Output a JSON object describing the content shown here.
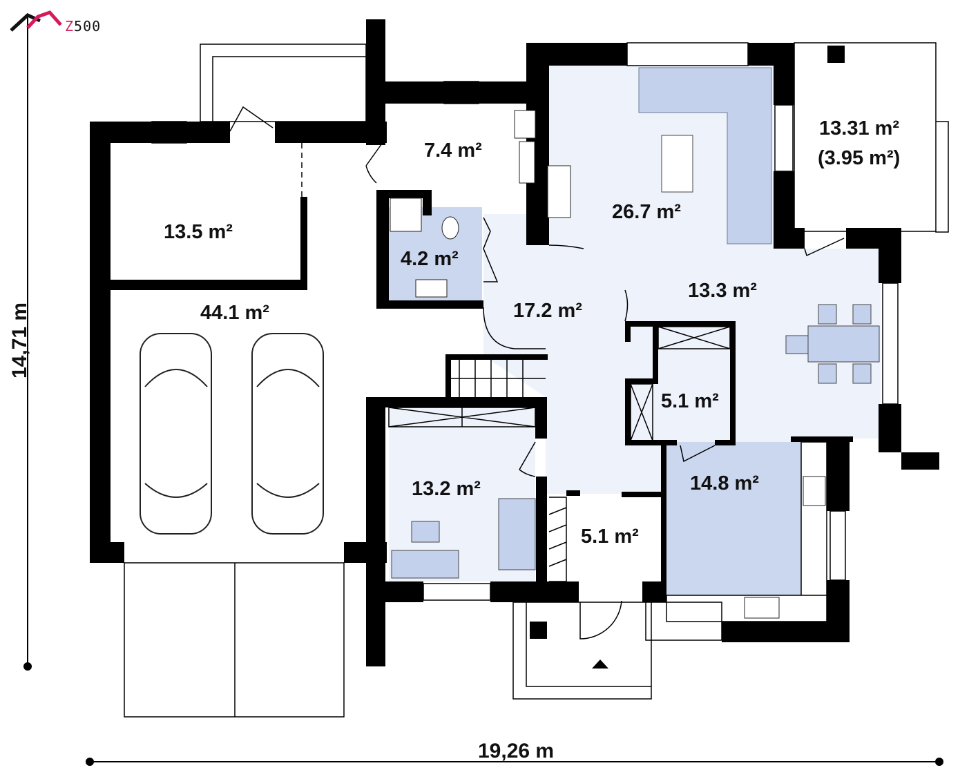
{
  "logo": {
    "brand_z": "Z",
    "brand_rest": "500"
  },
  "dimensions": {
    "height": "14,71 m",
    "width": "19,26 m"
  },
  "rooms": {
    "storage": "13.5 m²",
    "garage": "44.1 m²",
    "boiler": "7.4 m²",
    "bathroom": "4.2 m²",
    "hall": "17.2 m²",
    "living": "26.7 m²",
    "dining": "13.3 m²",
    "terrace": "13.31 m²",
    "terrace_sub": "(3.95 m²)",
    "wardrobe": "5.1 m²",
    "office": "13.2 m²",
    "vestibule": "5.1 m²",
    "kitchen": "14.8 m²"
  },
  "colors": {
    "wall": "#000000",
    "room_fill": "#eef2fb",
    "accent_fill": "#cbd7ee",
    "furniture": "#c4d1ec",
    "logo_accent": "#d6195d"
  }
}
